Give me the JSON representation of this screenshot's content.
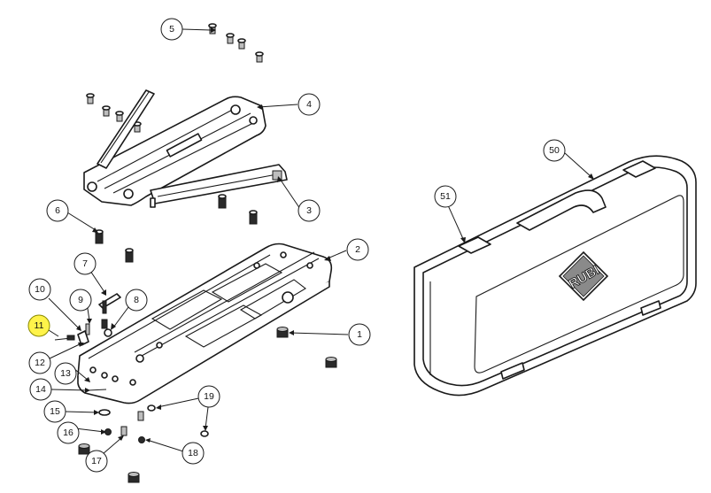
{
  "diagram": {
    "brand_logo": "RUBI",
    "highlight_color": "#fff34a",
    "callouts": [
      {
        "id": "c1",
        "label": "1",
        "highlighted": false
      },
      {
        "id": "c2",
        "label": "2",
        "highlighted": false
      },
      {
        "id": "c3",
        "label": "3",
        "highlighted": false
      },
      {
        "id": "c4",
        "label": "4",
        "highlighted": false
      },
      {
        "id": "c5",
        "label": "5",
        "highlighted": false
      },
      {
        "id": "c6",
        "label": "6",
        "highlighted": false
      },
      {
        "id": "c7",
        "label": "7",
        "highlighted": false
      },
      {
        "id": "c8",
        "label": "8",
        "highlighted": false
      },
      {
        "id": "c9",
        "label": "9",
        "highlighted": false
      },
      {
        "id": "c10",
        "label": "10",
        "highlighted": false
      },
      {
        "id": "c11",
        "label": "11",
        "highlighted": true
      },
      {
        "id": "c12",
        "label": "12",
        "highlighted": false
      },
      {
        "id": "c13",
        "label": "13",
        "highlighted": false
      },
      {
        "id": "c14",
        "label": "14",
        "highlighted": false
      },
      {
        "id": "c15",
        "label": "15",
        "highlighted": false
      },
      {
        "id": "c16",
        "label": "16",
        "highlighted": false
      },
      {
        "id": "c17",
        "label": "17",
        "highlighted": false
      },
      {
        "id": "c18",
        "label": "18",
        "highlighted": false
      },
      {
        "id": "c19",
        "label": "19",
        "highlighted": false
      },
      {
        "id": "c50",
        "label": "50",
        "highlighted": false
      },
      {
        "id": "c51",
        "label": "51",
        "highlighted": false
      }
    ]
  }
}
